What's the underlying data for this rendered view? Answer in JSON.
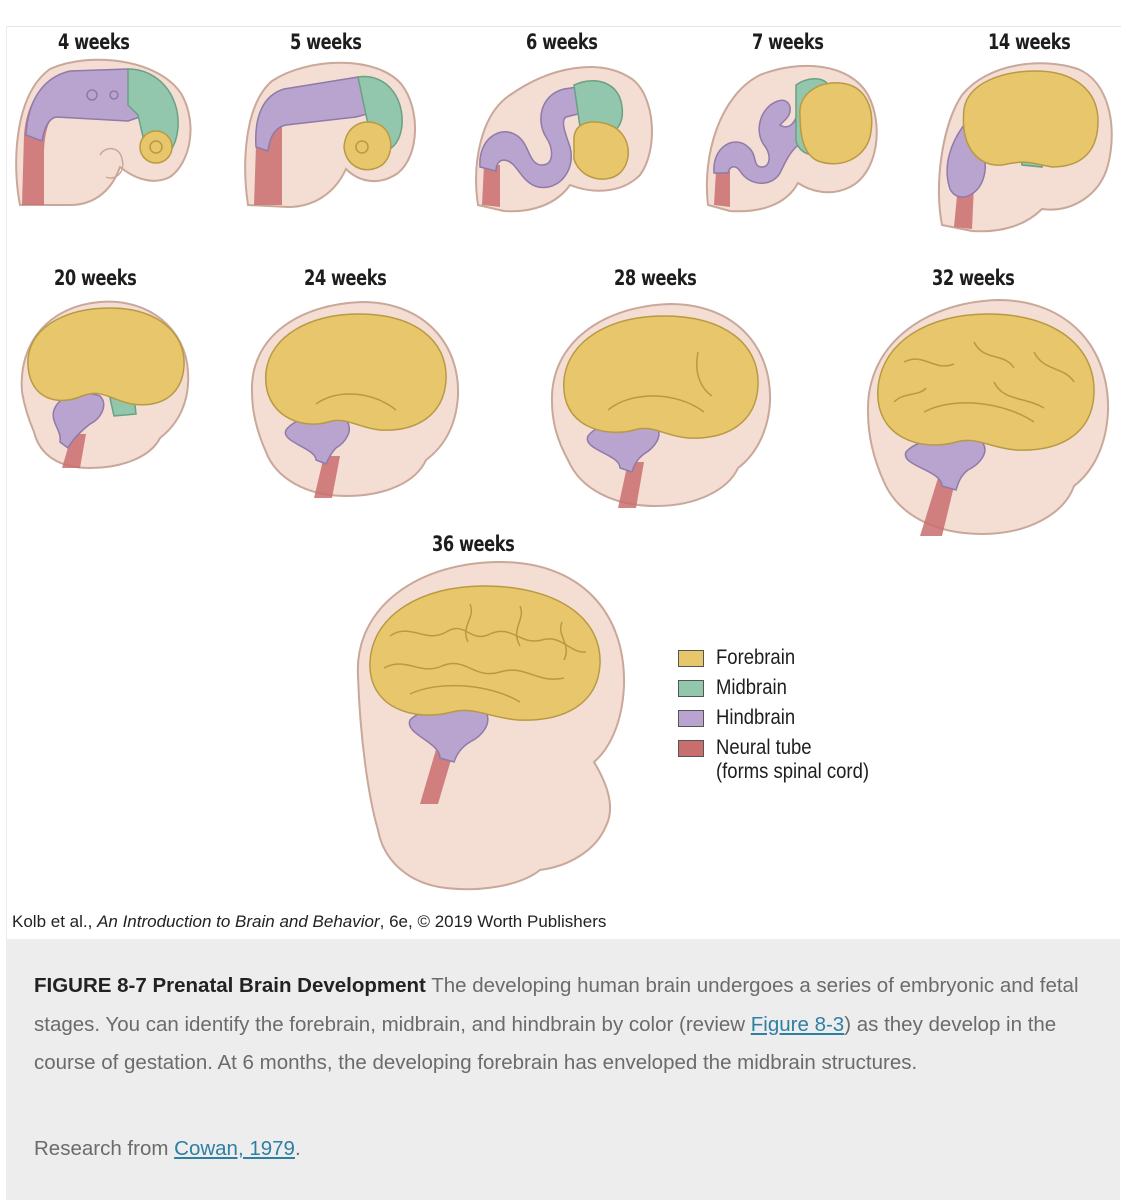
{
  "stages": [
    {
      "label": "4 weeks"
    },
    {
      "label": "5 weeks"
    },
    {
      "label": "6 weeks"
    },
    {
      "label": "7 weeks"
    },
    {
      "label": "14 weeks"
    },
    {
      "label": "20 weeks"
    },
    {
      "label": "24 weeks"
    },
    {
      "label": "28 weeks"
    },
    {
      "label": "32 weeks"
    },
    {
      "label": "36 weeks"
    }
  ],
  "legend": {
    "forebrain": "Forebrain",
    "midbrain": "Midbrain",
    "hindbrain": "Hindbrain",
    "neural_tube": "Neural tube",
    "neural_tube_note": "(forms spinal cord)"
  },
  "colors": {
    "forebrain": "#e8c66c",
    "midbrain": "#93c7ad",
    "hindbrain": "#b9a3cf",
    "neural_tube": "#c96e6e",
    "skin": "#f4ddd3",
    "skin_outline": "#c9a89a"
  },
  "credit": {
    "authors": "Kolb et al., ",
    "book": "An Introduction to Brain and Behavior",
    "rest": ", 6e, © 2019 Worth Publishers"
  },
  "caption": {
    "figure_title": "FIGURE 8-7 Prenatal Brain Development",
    "text_1": " The developing human brain undergoes a series of embryonic and fetal stages. You can identify the forebrain, midbrain, and hindbrain by color (review ",
    "link": "Figure 8-3",
    "text_2": ") as they develop in the course of gestation. At 6 months, the developing forebrain has enveloped the midbrain structures."
  },
  "research": {
    "prefix": "Research from ",
    "link": "Cowan, 1979",
    "suffix": "."
  }
}
